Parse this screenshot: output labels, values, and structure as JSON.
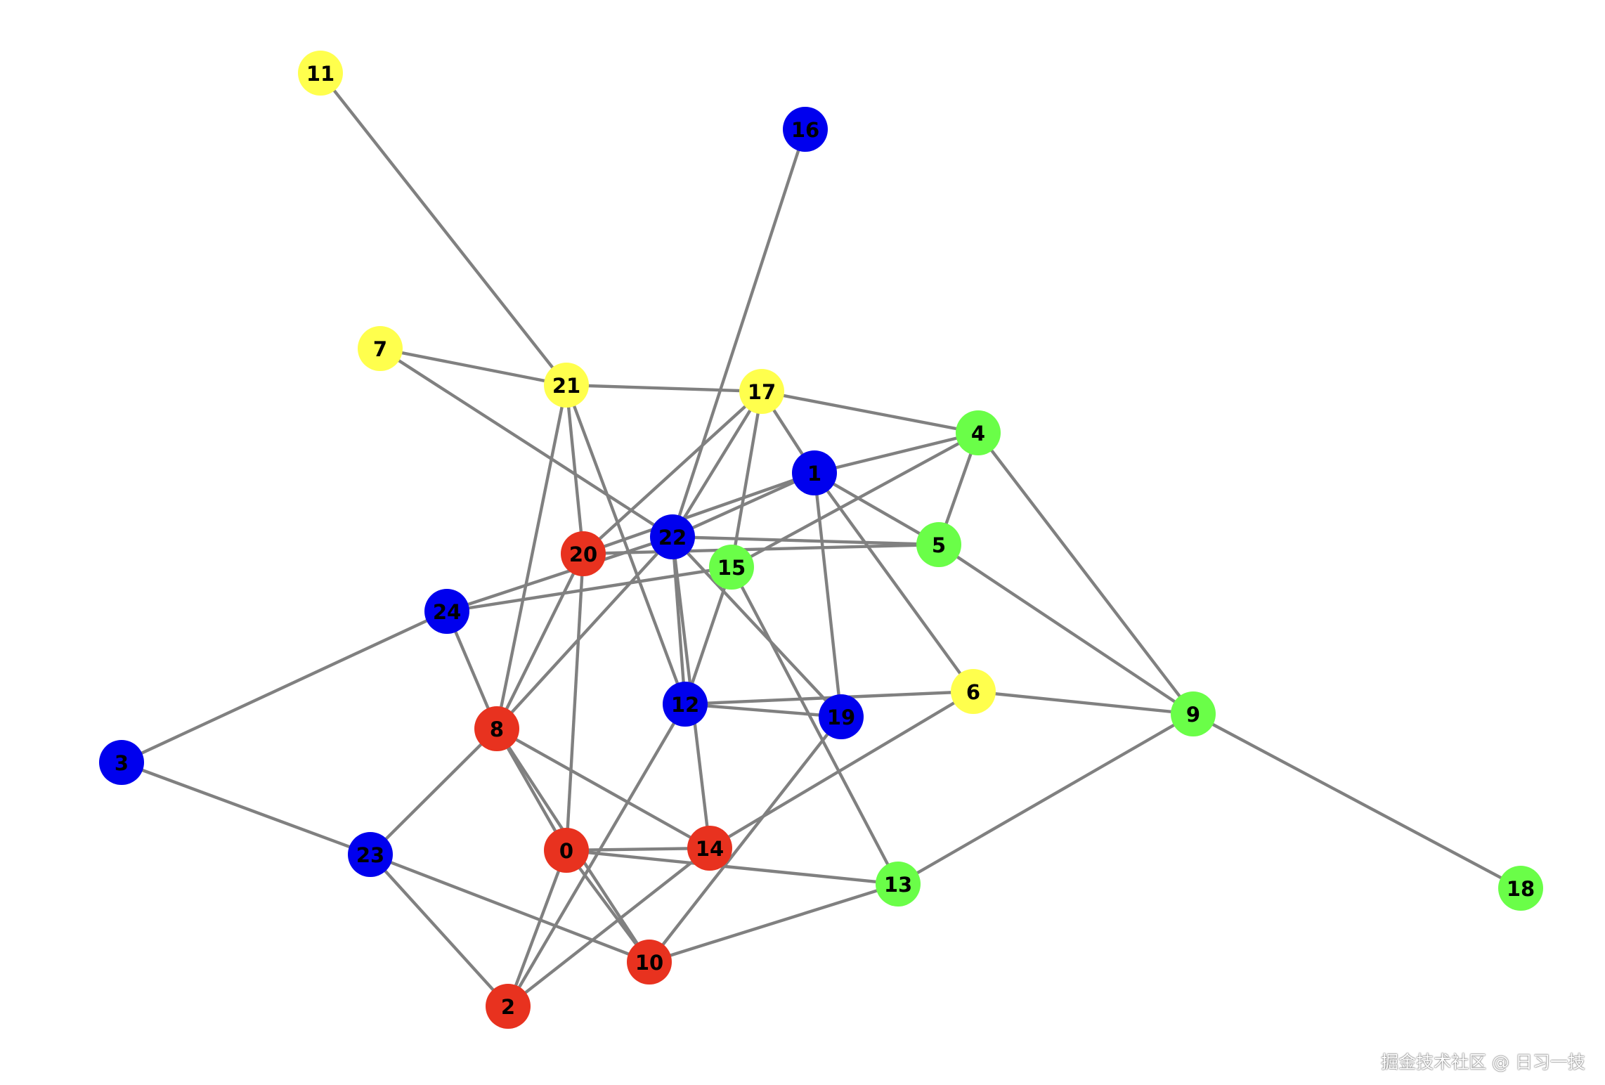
{
  "colors": {
    "red": "#e8321f",
    "blue": "#0000ee",
    "yellow": "#ffff4d",
    "green": "#6afe48",
    "edge": "#808080"
  },
  "nodes": [
    {
      "id": "0",
      "label": "0",
      "color": "red"
    },
    {
      "id": "1",
      "label": "1",
      "color": "blue"
    },
    {
      "id": "2",
      "label": "2",
      "color": "red"
    },
    {
      "id": "3",
      "label": "3",
      "color": "blue"
    },
    {
      "id": "4",
      "label": "4",
      "color": "green"
    },
    {
      "id": "5",
      "label": "5",
      "color": "green"
    },
    {
      "id": "6",
      "label": "6",
      "color": "yellow"
    },
    {
      "id": "7",
      "label": "7",
      "color": "yellow"
    },
    {
      "id": "8",
      "label": "8",
      "color": "red"
    },
    {
      "id": "9",
      "label": "9",
      "color": "green"
    },
    {
      "id": "10",
      "label": "10",
      "color": "red"
    },
    {
      "id": "11",
      "label": "11",
      "color": "yellow"
    },
    {
      "id": "12",
      "label": "12",
      "color": "blue"
    },
    {
      "id": "13",
      "label": "13",
      "color": "green"
    },
    {
      "id": "14",
      "label": "14",
      "color": "red"
    },
    {
      "id": "15",
      "label": "15",
      "color": "green"
    },
    {
      "id": "16",
      "label": "16",
      "color": "blue"
    },
    {
      "id": "17",
      "label": "17",
      "color": "yellow"
    },
    {
      "id": "18",
      "label": "18",
      "color": "green"
    },
    {
      "id": "19",
      "label": "19",
      "color": "blue"
    },
    {
      "id": "20",
      "label": "20",
      "color": "red"
    },
    {
      "id": "21",
      "label": "21",
      "color": "yellow"
    },
    {
      "id": "22",
      "label": "22",
      "color": "blue"
    },
    {
      "id": "23",
      "label": "23",
      "color": "blue"
    },
    {
      "id": "24",
      "label": "24",
      "color": "blue"
    }
  ],
  "edges": [
    [
      "11",
      "21"
    ],
    [
      "7",
      "21"
    ],
    [
      "7",
      "22"
    ],
    [
      "21",
      "17"
    ],
    [
      "21",
      "20"
    ],
    [
      "21",
      "8"
    ],
    [
      "21",
      "12"
    ],
    [
      "17",
      "4"
    ],
    [
      "17",
      "1"
    ],
    [
      "17",
      "22"
    ],
    [
      "17",
      "20"
    ],
    [
      "17",
      "15"
    ],
    [
      "16",
      "22"
    ],
    [
      "4",
      "1"
    ],
    [
      "4",
      "5"
    ],
    [
      "4",
      "15"
    ],
    [
      "4",
      "9"
    ],
    [
      "1",
      "22"
    ],
    [
      "1",
      "20"
    ],
    [
      "1",
      "5"
    ],
    [
      "1",
      "6"
    ],
    [
      "1",
      "19"
    ],
    [
      "22",
      "5"
    ],
    [
      "22",
      "24"
    ],
    [
      "22",
      "12"
    ],
    [
      "22",
      "14"
    ],
    [
      "22",
      "19"
    ],
    [
      "22",
      "8"
    ],
    [
      "20",
      "5"
    ],
    [
      "20",
      "8"
    ],
    [
      "20",
      "0"
    ],
    [
      "15",
      "24"
    ],
    [
      "15",
      "12"
    ],
    [
      "15",
      "13"
    ],
    [
      "5",
      "9"
    ],
    [
      "24",
      "3"
    ],
    [
      "24",
      "8"
    ],
    [
      "12",
      "6"
    ],
    [
      "12",
      "19"
    ],
    [
      "12",
      "2"
    ],
    [
      "6",
      "9"
    ],
    [
      "6",
      "14"
    ],
    [
      "9",
      "13"
    ],
    [
      "9",
      "18"
    ],
    [
      "19",
      "10"
    ],
    [
      "3",
      "23"
    ],
    [
      "8",
      "23"
    ],
    [
      "8",
      "14"
    ],
    [
      "8",
      "0"
    ],
    [
      "8",
      "10"
    ],
    [
      "0",
      "14"
    ],
    [
      "0",
      "13"
    ],
    [
      "0",
      "2"
    ],
    [
      "0",
      "10"
    ],
    [
      "23",
      "10"
    ],
    [
      "23",
      "2"
    ],
    [
      "14",
      "2"
    ],
    [
      "13",
      "10"
    ]
  ],
  "watermark": "掘金技术社区 @ 日习一技"
}
